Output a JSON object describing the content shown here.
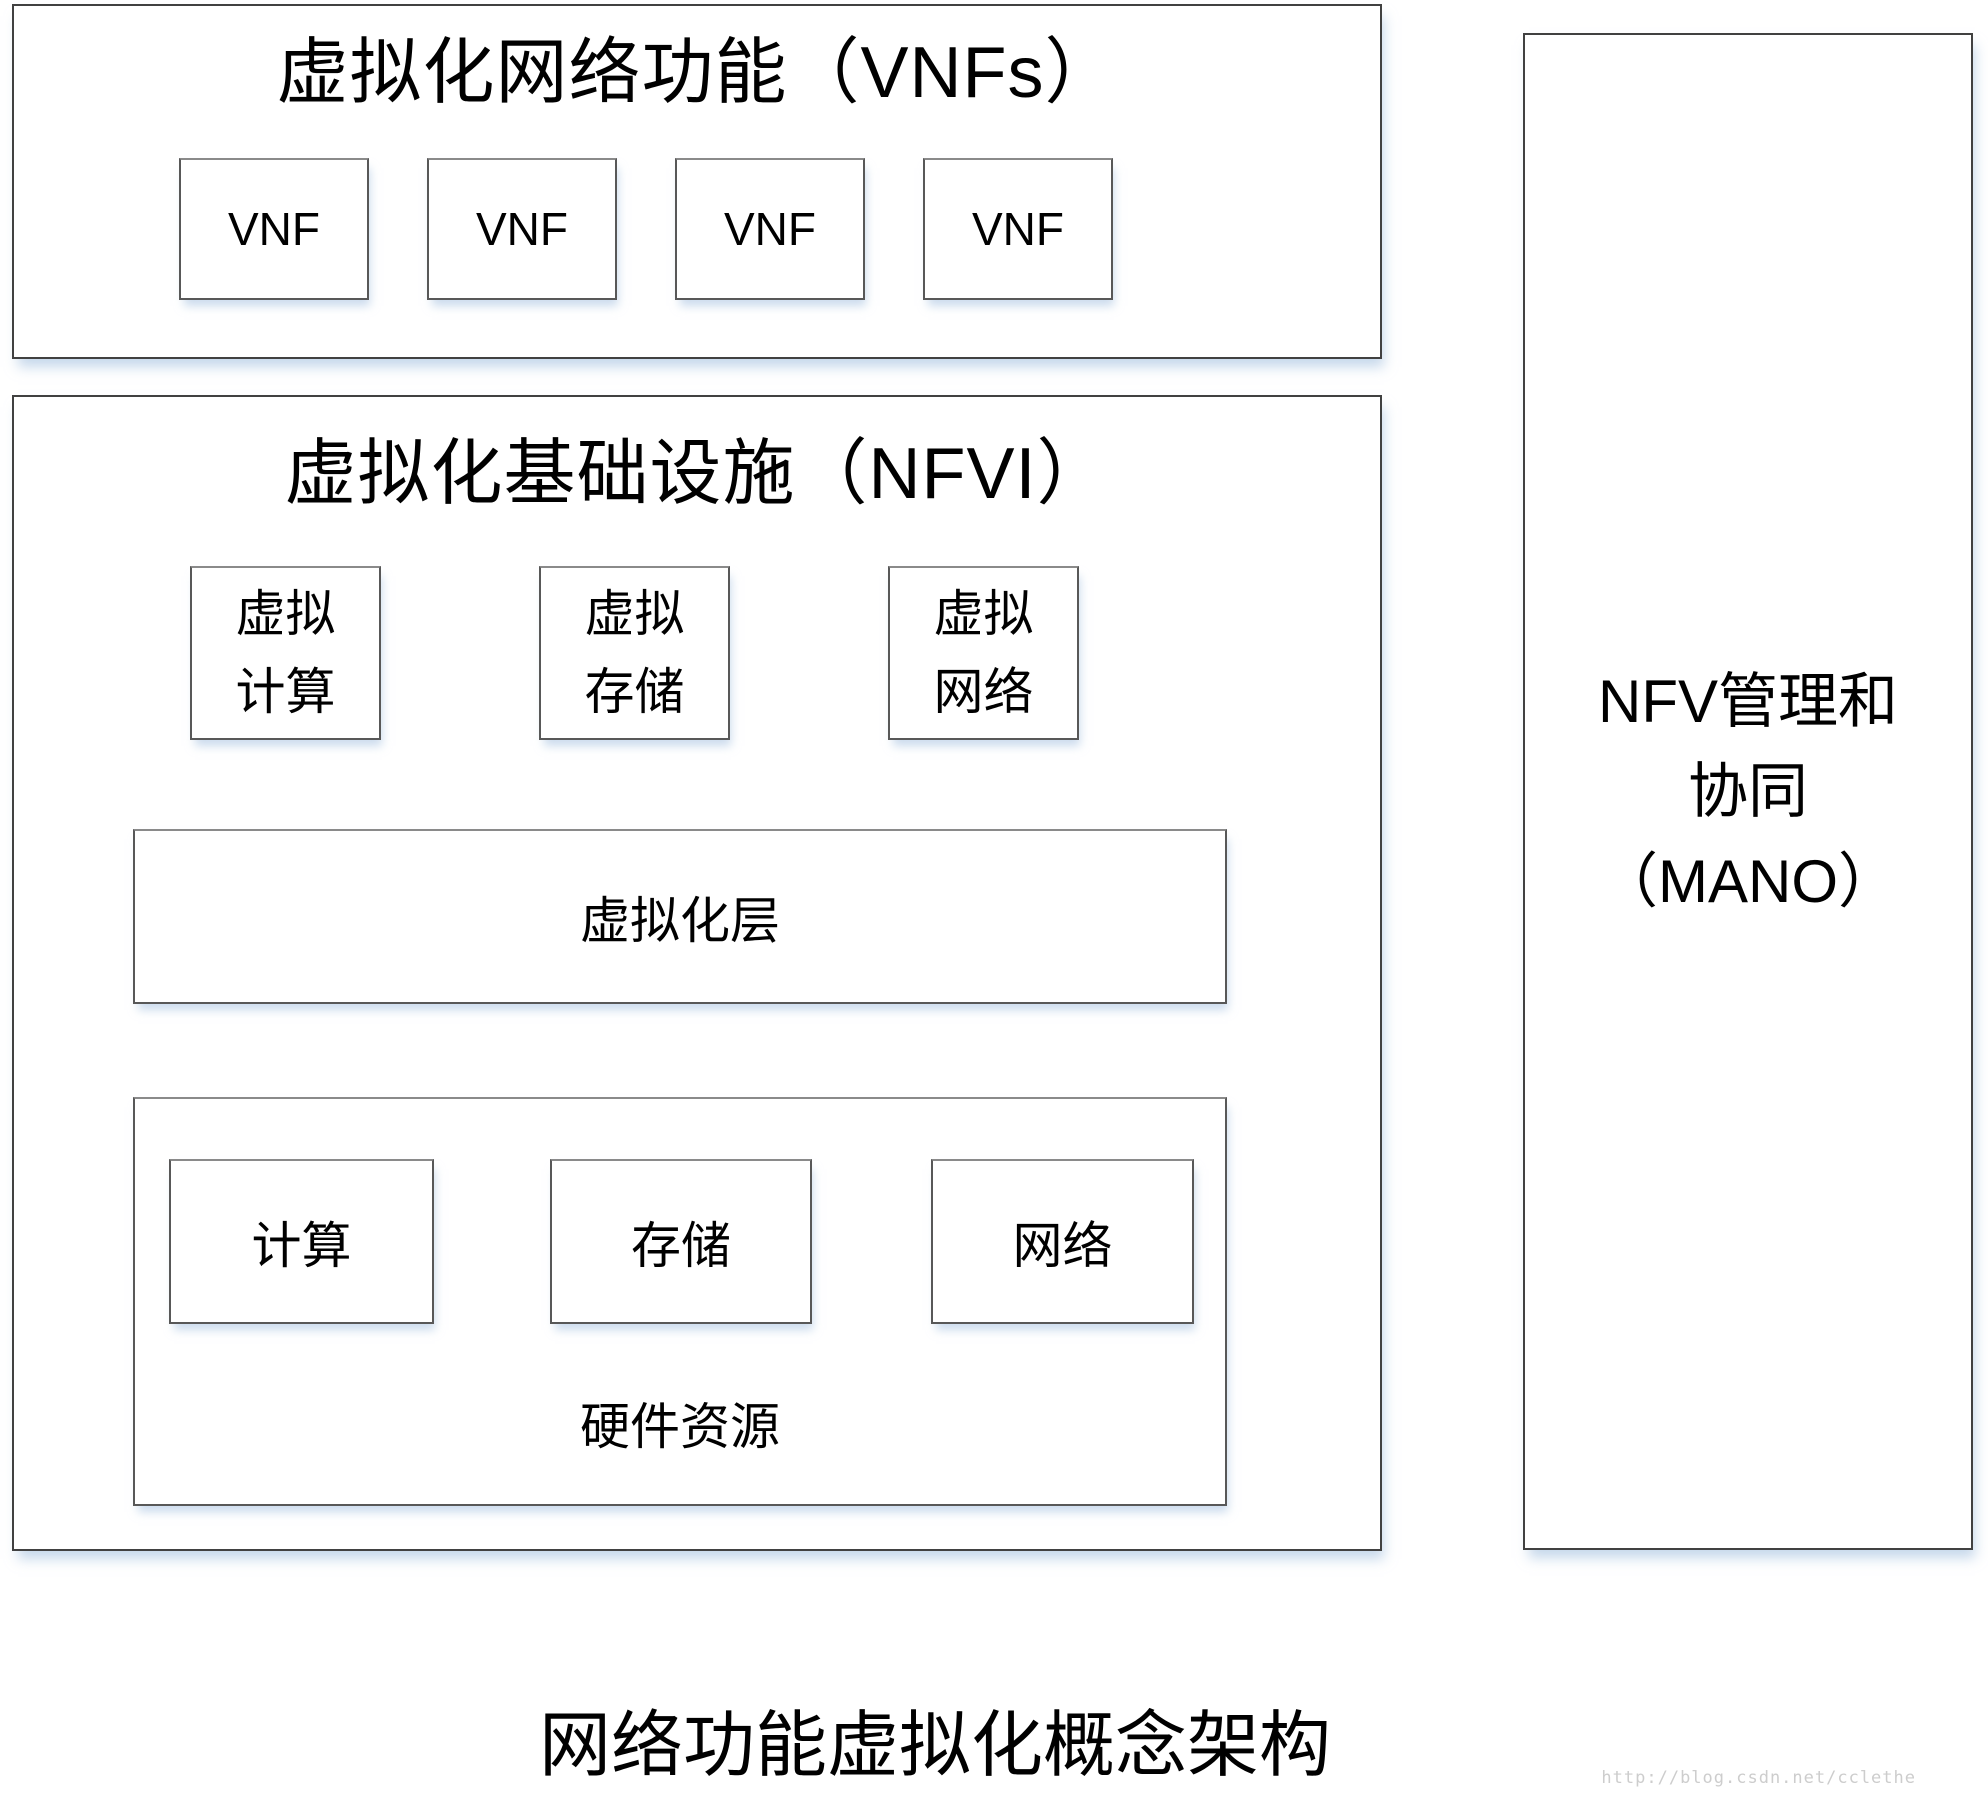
{
  "diagram": {
    "vnfs_section": {
      "title": "虚拟化网络功能（VNFs）",
      "vnf_boxes": [
        "VNF",
        "VNF",
        "VNF",
        "VNF"
      ]
    },
    "nfvi_section": {
      "title": "虚拟化基础设施（NFVI）",
      "virtual_resources": [
        {
          "lines": [
            "虚拟",
            "计算"
          ]
        },
        {
          "lines": [
            "虚拟",
            "存储"
          ]
        },
        {
          "lines": [
            "虚拟",
            "网络"
          ]
        }
      ],
      "virtualization_layer_label": "虚拟化层",
      "hardware_section": {
        "resource_boxes": [
          "计算",
          "存储",
          "网络"
        ],
        "label": "硬件资源"
      }
    },
    "mano_section": {
      "lines": [
        "NFV管理和",
        "协同",
        "（MANO）"
      ]
    },
    "caption": "网络功能虚拟化概念架构",
    "watermark": "http://blog.csdn.net/cclethe"
  },
  "colors": {
    "background": "#ffffff",
    "border_dark": "#414141",
    "border_box": "#585858",
    "text": "#000000",
    "shadow": "rgba(168,195,225,0.65)",
    "watermark": "#cdcdcd"
  }
}
